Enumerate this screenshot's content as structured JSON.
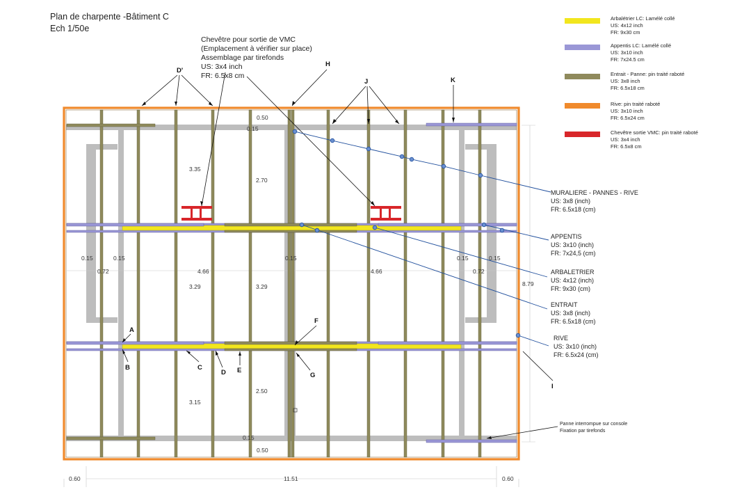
{
  "header": {
    "title": "Plan de charpente -Bâtiment C",
    "scale": "Ech 1/50e"
  },
  "vmc_note": {
    "lines": [
      "Chevêtre pour sortie de VMC",
      "(Emplacement à vérifier sur place)",
      "Assemblage par tirefonds",
      "US: 3x4 inch",
      "FR: 6.5x8 cm"
    ]
  },
  "legend": [
    {
      "color": "#f2e61e",
      "name": "Arbalétrier LC: Lamélé collé",
      "us": "US: 4x12 inch",
      "fr": "FR: 9x30 cm"
    },
    {
      "color": "#9a97d6",
      "name": "Appentis LC: Lamélé collé",
      "us": "US: 3x10 inch",
      "fr": "FR: 7x24.5 cm"
    },
    {
      "color": "#8f8a5c",
      "name": "Entrait - Panne: pin traité raboté",
      "us": "US: 3x8 inch",
      "fr": "FR: 6.5x18 cm"
    },
    {
      "color": "#f08a2c",
      "name": "Rive: pin traité raboté",
      "us": "US: 3x10 inch",
      "fr": "FR: 6.5x24 cm"
    },
    {
      "color": "#d8262a",
      "name": "Chevêtre sortie VMC: pin traité raboté",
      "us": "US: 3x4 inch",
      "fr": "FR: 6.5x8 cm"
    }
  ],
  "callouts": [
    {
      "title": "MURALIERE - PANNES - RIVE",
      "us": "US:   3x8 (inch)",
      "fr": "FR:   6.5x18 (cm)"
    },
    {
      "title": "APPENTIS",
      "us": "US: 3x10 (inch)",
      "fr": "FR: 7x24,5 (cm)"
    },
    {
      "title": "ARBALETRIER",
      "us": "US: 4x12 (inch)",
      "fr": "FR: 9x30 (cm)"
    },
    {
      "title": "ENTRAIT",
      "us": "US:   3x8 (inch)",
      "fr": "FR:   6.5x18 (cm)"
    },
    {
      "title": "RIVE",
      "us": "US:   3x10 (inch)",
      "fr": "FR:   6.5x24 (cm)"
    }
  ],
  "letters": [
    "D'",
    "H",
    "J",
    "K",
    "A",
    "B",
    "C",
    "D",
    "E",
    "F",
    "G",
    "I"
  ],
  "dimensions": {
    "top_050": "0.50",
    "top_015": "0.15",
    "d335": "3.35",
    "d270": "2.70",
    "left_015a": "0.15",
    "left_015b": "0.15",
    "left_072": "0.72",
    "d466a": "4.66",
    "mid_015": "0.15",
    "d466b": "4.66",
    "right_015a": "0.15",
    "right_015b": "0.15",
    "right_072": "0.72",
    "d329a": "3.29",
    "d329b": "3.29",
    "d879": "8.79",
    "d315": "3.15",
    "d250": "2.50",
    "bot_015": "0.15",
    "bot_050": "0.50",
    "bottom_060a": "0.60",
    "bottom_1151": "11.51",
    "bottom_060b": "0.60"
  },
  "console_note": {
    "line1": "Panne interrompue sur console",
    "line2": "Fixation par tirefonds"
  },
  "colors": {
    "arbaletrier": "#f2e61e",
    "appentis": "#9a97d6",
    "entrait": "#8f8a5c",
    "rive": "#f08a2c",
    "chevetre": "#d8262a",
    "wall": "#bdbdbd",
    "leader": "#1f4e9c"
  }
}
